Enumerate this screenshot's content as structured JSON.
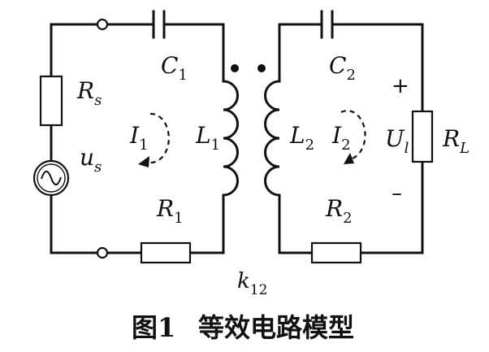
{
  "labels": {
    "C1": {
      "main": "C",
      "sub": "1"
    },
    "C2": {
      "main": "C",
      "sub": "2"
    },
    "Rs": {
      "main": "R",
      "sub": "s"
    },
    "us": {
      "main": "u",
      "sub": "s"
    },
    "I1": {
      "main": "I",
      "sub": "1"
    },
    "L1": {
      "main": "L",
      "sub": "1"
    },
    "R1": {
      "main": "R",
      "sub": "1"
    },
    "L2": {
      "main": "L",
      "sub": "2"
    },
    "I2": {
      "main": "I",
      "sub": "2"
    },
    "Ul": {
      "main": "U",
      "sub": "l"
    },
    "RL": {
      "main": "R",
      "sub": "L"
    },
    "R2": {
      "main": "R",
      "sub": "2"
    },
    "k12": {
      "main": "k",
      "sub": "12"
    },
    "plus": "+",
    "minus": "–"
  },
  "caption": {
    "number": "图1",
    "title": "等效电路模型"
  }
}
